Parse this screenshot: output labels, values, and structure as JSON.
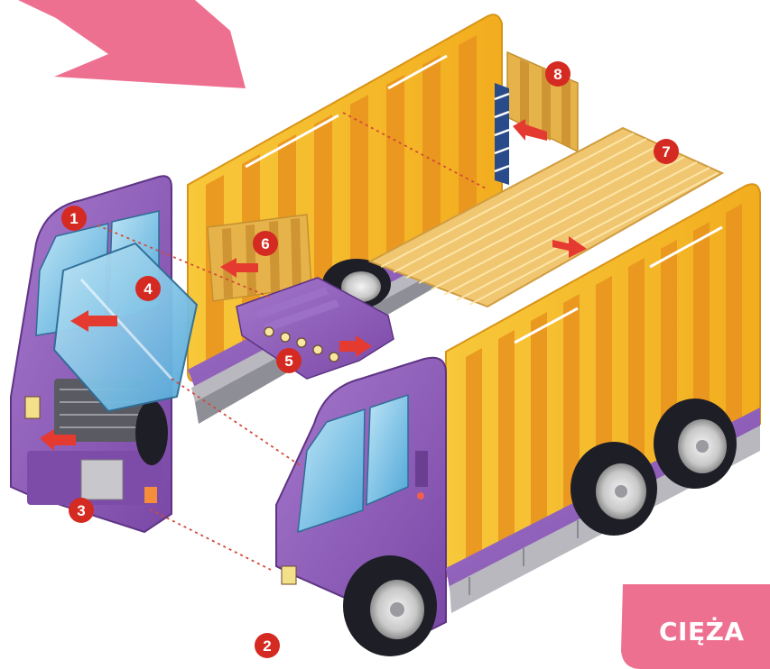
{
  "colors": {
    "accent_pink": "#ee7091",
    "marker_red": "#d42a22",
    "body_yellow": "#f6bf2a",
    "rib_orange": "#ea9a24",
    "cab_purple": "#8a58b4",
    "glass_blue": "#7fc4e6",
    "floor_tan": "#f0c770",
    "tyre_dark": "#1e1e26",
    "guide_dotted": "#d24a38"
  },
  "steps": [
    {
      "number": "1"
    },
    {
      "number": "2"
    },
    {
      "number": "3"
    },
    {
      "number": "4"
    },
    {
      "number": "5"
    },
    {
      "number": "6"
    },
    {
      "number": "7"
    },
    {
      "number": "8"
    }
  ],
  "icons": [
    "pointer-arrow-icon",
    "insert-arrow-icon"
  ],
  "corner_label": "CIĘŻA"
}
